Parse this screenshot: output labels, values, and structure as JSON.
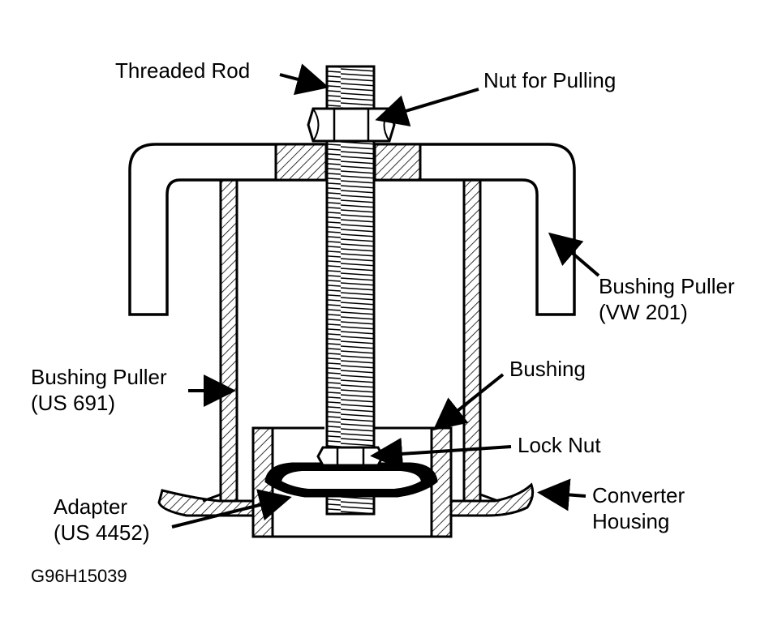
{
  "labels": {
    "threaded_rod": "Threaded Rod",
    "nut_for_pulling": "Nut for Pulling",
    "bushing_puller_vw_line1": "Bushing Puller",
    "bushing_puller_vw_line2": "(VW 201)",
    "bushing_puller_us_line1": "Bushing Puller",
    "bushing_puller_us_line2": "(US 691)",
    "bushing": "Bushing",
    "lock_nut": "Lock Nut",
    "adapter_line1": "Adapter",
    "adapter_line2": "(US 4452)",
    "converter_housing_line1": "Converter",
    "converter_housing_line2": "Housing"
  },
  "figure_code": "G96H15039",
  "colors": {
    "ink": "#000000",
    "paper": "#ffffff"
  }
}
